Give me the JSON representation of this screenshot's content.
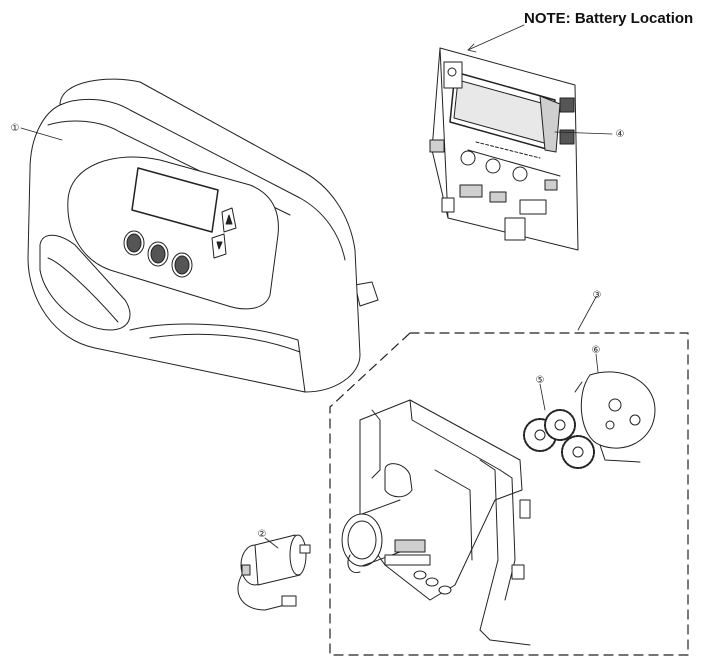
{
  "note": {
    "text": "NOTE: Battery Location"
  },
  "callouts": [
    {
      "id": "cover",
      "label": "①"
    },
    {
      "id": "motor",
      "label": "②"
    },
    {
      "id": "drive-assembly",
      "label": "③"
    },
    {
      "id": "pc-board",
      "label": "④"
    },
    {
      "id": "gears",
      "label": "⑤"
    },
    {
      "id": "gear-cover",
      "label": "⑥"
    }
  ],
  "colors": {
    "line": "#222222",
    "shade": "#cfcfcf",
    "dark": "#555555"
  }
}
